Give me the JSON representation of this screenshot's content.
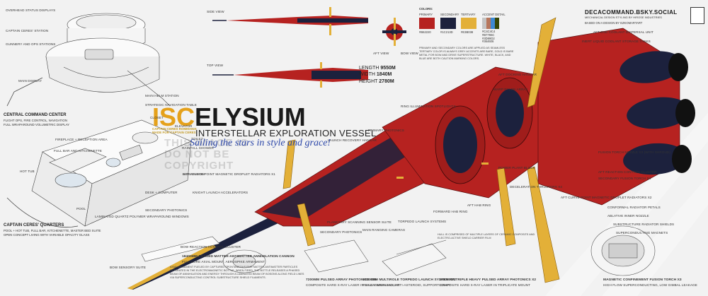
{
  "title": {
    "prefix": "ISC",
    "name": "ELYSIUM",
    "subtitle": "INTERSTELLAR EXPLORATION VESSEL",
    "tagline": "Sailing the stars in style and grace!",
    "captain_line1": "CAPTAIN CERES ROMMANIS",
    "captain_line2": "MADE FOR CAPTAIN CERES"
  },
  "views": {
    "side": "SIDE VIEW",
    "top": "TOP VIEW",
    "aft": "AFT VIEW",
    "bow": "BOW VIEW"
  },
  "dimensions": {
    "length_label": "LENGTH",
    "length_value": "9550M",
    "width_label": "WIDTH",
    "width_value": "1840M",
    "height_label": "HEIGHT",
    "height_value": "2780M"
  },
  "colors": {
    "heading": "COLORS:",
    "primary_label": "PRIMARY",
    "secondary_label": "SECONDARY",
    "tertiary_label": "TERTIARY",
    "accent_label": "ACCENT DETAIL",
    "primary_hex": "#B62220",
    "secondary_hex": "#1C213D",
    "tertiary_hex": "#E3B038",
    "primary_code": "#B62220",
    "secondary_code": "#1C213D",
    "tertiary_code": "#E3B038",
    "accent_codes": [
      "#C4C4C4",
      "#B7765C",
      "#3D89D2",
      "#364606"
    ],
    "note": "PRIMARY AND SECONDARY COLORS ARE APPLIED AS SEAMLESS TERTIARY COLOR IS ALWAYS GREY ACCENTS ARE BARE, GOLD IS BARE METAL FOR BOW AND DRIVE SUPERSTRUCTURE. WHITE, BLACK, AND BLUE ARE BOTH CAUTION MARKING COLORS."
  },
  "brand": {
    "handle": "DECACOMMAND.BSKY.SOCIAL",
    "line": "MECHANICAL DESIGN STYLING BY HIROSE INDUSTRIES",
    "credit": "BASED ON A DESIGN BY EZKOMARTART"
  },
  "interior": {
    "bridge_labels": [
      "OVERHEAD STATUS DISPLAYS",
      "CAPTAIN CERES' STATION",
      "GUNNERY AND OPS STATIONS",
      "MAIN DISPLAY",
      "MAIN HELM STATION",
      "STRATEGIC NAVIGATION TABLE"
    ],
    "command_title": "CENTRAL COMMAND CENTER",
    "command_desc1": "FLIGHT OPS, FIRE CONTROL, NAVIGATION",
    "command_desc2": "FULL WRAPAROUND VOLUMETRIC DISPLAY",
    "quarters_labels": [
      "CLOSET",
      "ELEVATOR",
      "TOILET",
      "FIREPLACE + RECEPTION AREA",
      "RAINFALL SHOWER",
      "FULL BAR AND KITCHENETTE",
      "HOT TUB",
      "BAY WINDOW",
      "DESK + COMPUTER",
      "POOL",
      "LAMINATED QUARTZ POLYMER WRAPAROUND WINDOWS"
    ],
    "quarters_title": "CAPTAIN CERES' QUARTERS",
    "quarters_desc1": "POOL + HOT TUB, FULL BAR, KITCHENETTE, MASTER BED SUITE",
    "quarters_desc2": "OPEN CONCEPT LIVING WITH VARIABLE OPACITY GLASS"
  },
  "callouts": {
    "left": [
      "BOW CURVE POINT MAGNETIC DROPLET RADIATORS x1",
      "KNIGHT LAUNCH ACCELERATORS",
      "SECONDARY PHOTONICS",
      "BOW REACTION CONTROL CLUSTER",
      "BOW SENSORY SUITE",
      "SECONDARY PHOTONICS",
      "PRIMARY PHOTONICS",
      "LAUNCH RECOVERY HANGAR"
    ],
    "center": [
      "PLANETARY SCANNING SENSOR SUITE",
      "MAIN RANGING CAMERAS",
      "TORPEDO LAUNCH SYSTEMS",
      "FORWARD HAB RING",
      "AFT HAB RING",
      "RING ILLUMINATION SPOTLIGHTS",
      "AFT DOCKING HANGAR",
      "WARP PYLON ARRAY",
      "POWER PLANT BLOCK",
      "DECELERATION THRUSTERS x4",
      "HULL IS COMPRISED OF MULTIPLE LAYERS OF CERAMIC COMPOSITE AND ELECTRO-ACTIVE SHIELD CARRIER FILM"
    ],
    "right": [
      "AFT END COOLANT DISPERSAL UNIT",
      "INERT LIQUID COOLANT STORAGE TANKS",
      "FUSION TORCH NOZZLE x3 (WITH SHROUD)",
      "AFT REACTION CONTROL CLUSTER",
      "SECONDARY FUSION TORCH x4",
      "AFT CURVE POINT MAGNETIC DROPLET RADIATORS x2",
      "CONFORMAL RADIATOR PETALS",
      "ABLATIVE INNER NOZZLE",
      "SUBSTRUCTURE RADIATOR SHIELDS",
      "SUPERCONDUCTING MAGNETS"
    ]
  },
  "weapons": [
    {
      "title": "18400mm PHASED MATTER-ANTIMATTER ANNIHILATION CANNON",
      "desc": "FULL BORE AXIAL MOUNT, AEROSPIKE ARMAMENT"
    },
    {
      "title": "7200mm PULSED ARRAY PHOTONICS x19",
      "desc": "COMPOSITE HARD X-RAY LASER IN BALL GIMBAL MOUNT"
    },
    {
      "title": "10000mm MULTIROLE TORPEDO LAUNCH SYSTEM x72",
      "desc": "FUSION WARHEAD, ANTI-ASTEROID, SUPPORT CRAFT"
    },
    {
      "title": "16000mm TRIPLE HEAVY PULSED ARRAY PHOTONICS x2",
      "desc": "COMPOSITE HARD X-RAY LASER IN TRIPLICATE MOUNT"
    },
    {
      "title": "MAGNETIC CONFINEMENT FUSION TORCH x3",
      "desc": "HIGH FLOW SUPERCONDUCTING, LOW GIMBAL LEAKAGE"
    }
  ],
  "cannon_note": "AXIAL ARMAMENT FUELED BY CAPTURED SPONTANEOUS PAIR MATTER-ANTIMATTER PARTICLES SEPARATED IN THE ELECTROMAGNETIC BOTTLE. WHEN FIRED, THE BOTTLE RELEASES A PHASED BEAM OF ANNIHILATION AND ENERGY THROUGH A LAMINATED BEAM OF BOSONS ALONG FIELD LINES VIA SUPERCONDUCTING CONTROL SUBSTRUCTURE SHIELD FILAMENTS.",
  "watermark": [
    "THIS IMAGE IS",
    "DO NOT BE",
    "COPYRIGHT"
  ]
}
